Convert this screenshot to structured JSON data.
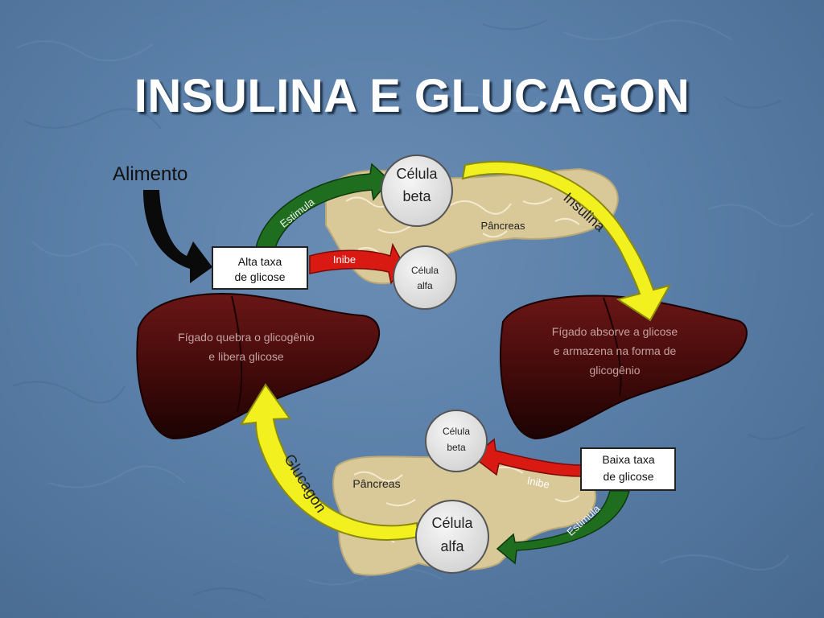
{
  "title": "INSULINA E GLUCAGON",
  "food_label": "Alimento",
  "top_cycle": {
    "beta_cell": [
      "Célula",
      "beta"
    ],
    "alpha_cell": [
      "Célula",
      "alfa"
    ],
    "pancreas_label": "Pâncreas",
    "high_glucose_box": [
      "Alta taxa",
      "de glicose"
    ],
    "stimulates_label": "Estimula",
    "inhibits_label": "Inibe",
    "hormone_label": "Insulina",
    "liver_text": [
      "Fígado absorve a glicose",
      "e armazena na forma de",
      "glicogênio"
    ]
  },
  "bottom_cycle": {
    "beta_cell": [
      "Célula",
      "beta"
    ],
    "alpha_cell": [
      "Célula",
      "alfa"
    ],
    "pancreas_label": "Pâncreas",
    "low_glucose_box": [
      "Baixa taxa",
      "de glicose"
    ],
    "stimulates_label": "Estimula",
    "inhibits_label": "Inibe",
    "hormone_label": "Glucagon",
    "liver_text": [
      "Fígado quebra o glicogênio",
      "e libera glicose"
    ]
  },
  "colors": {
    "background": "#5a7fa8",
    "liver": "#4a0c0c",
    "pancreas": "#d9c898",
    "hormone_arrow": "#f2f01e",
    "stimulate_arrow": "#1f6e1f",
    "inhibit_arrow": "#d81a12",
    "cell": "#e6e6e6"
  }
}
